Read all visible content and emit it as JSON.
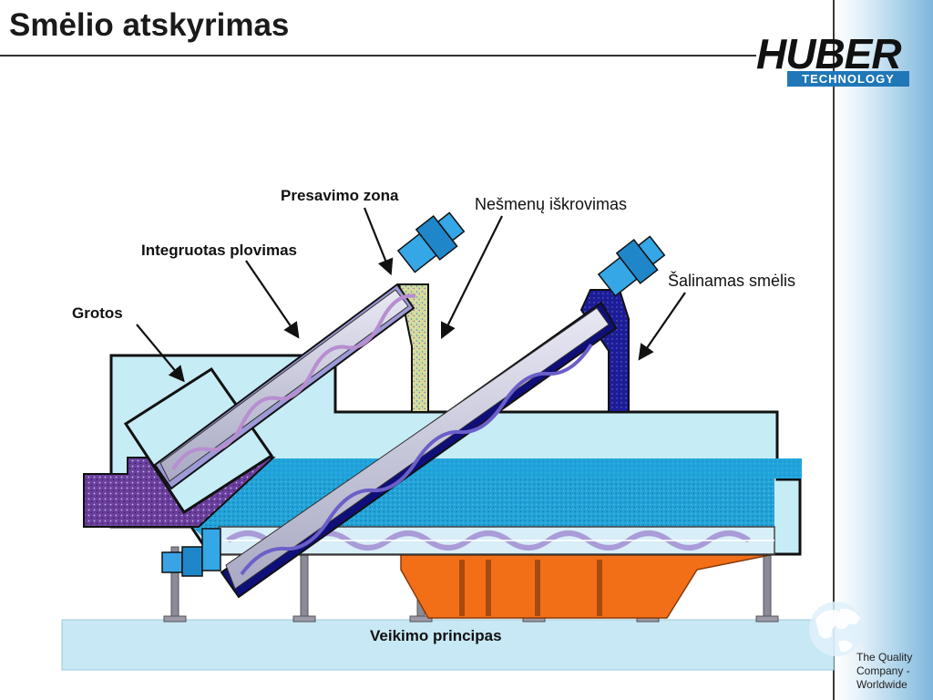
{
  "page": {
    "title": "Smėlio atskyrimas",
    "logo": {
      "word": "HUBER",
      "sub": "TECHNOLOGY"
    },
    "footer": {
      "line1": "The Quality",
      "line2": "Company -",
      "line3": "Worldwide"
    }
  },
  "diagram": {
    "labels": {
      "pressing_zone": "Presavimo zona",
      "debris_discharge": "Nešmenų iškrovimas",
      "integrated_washing": "Integruotas plovimas",
      "sand_removal": "Šalinamas smėlis",
      "screen": "Grotos",
      "principle": "Veikimo principas"
    }
  },
  "colors": {
    "tank_fill": "#c6ecf6",
    "water": "#20a6dd",
    "motor": "#35a6e6",
    "purple_material": "#6a3f9c",
    "hopper": "#f26f18",
    "dark_blue": "#1c1c96",
    "khaki": "#d8dc9e",
    "floor": "#c7e8f4"
  }
}
